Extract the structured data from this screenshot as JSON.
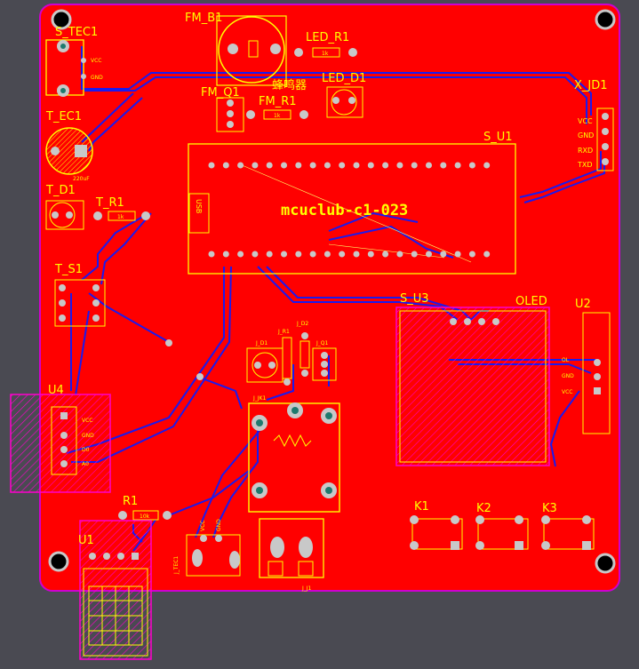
{
  "colors": {
    "background": "#4a4a52",
    "board": "#ff0000",
    "board_edge": "#d000d0",
    "silk": "#ffff00",
    "trace": "#1a1aee",
    "keepout": "#ff00cc",
    "pad": "#c8c8c8"
  },
  "labels": {
    "s_tec1": "S_TEC1",
    "fm_b1": "FM_B1",
    "led_r1": "LED_R1",
    "led_d1": "LED_D1",
    "x_jd1": "X_JD1",
    "fm_q1": "FM_Q1",
    "fm_r1": "FM_R1",
    "buzzer_cn": "蜂鸣器",
    "t_ec1": "T_EC1",
    "s_u1": "S_U1",
    "t_d1": "T_D1",
    "t_r1": "T_R1",
    "t_s1": "T_S1",
    "s_u3": "S_U3",
    "oled": "OLED",
    "u2": "U2",
    "u4": "U4",
    "r1": "R1",
    "u1": "U1",
    "k1": "K1",
    "k2": "K2",
    "k3": "K3",
    "board_name": "mcuclub-c1-023",
    "usb": "USB",
    "vcc": "VCC",
    "gnd": "GND",
    "rxd": "RXD",
    "txd": "TXD",
    "res_1k_a": "1k",
    "res_1k_b": "1k",
    "res_1k_c": "1k",
    "res_10k": "10k",
    "cap_220uf": "220uF",
    "j_tec1": "J_TEC1",
    "j_j1": "J_J1",
    "j_d1": "J_D1",
    "j_r1": "J_R1",
    "j_d2": "J_D2",
    "j_q1": "J_Q1",
    "j_jk1": "J_JK1",
    "pin_vcc": "VCC",
    "pin_gnd": "GND",
    "pin_d0": "D0",
    "pin_a0": "A0",
    "u2_pins": [
      "OL",
      "GND",
      "VCC"
    ]
  }
}
